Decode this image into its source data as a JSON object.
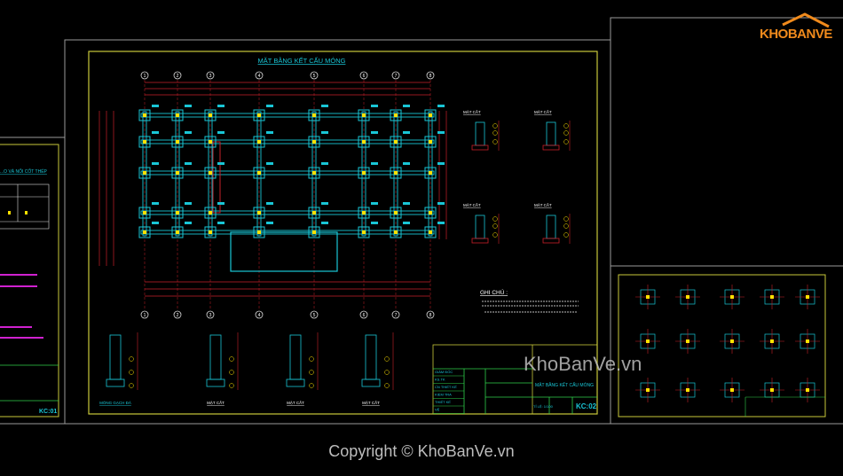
{
  "main_sheet": {
    "title": "MẶT BẰNG KẾT CẤU MÓNG",
    "grid_axes": [
      "1",
      "2",
      "3",
      "4",
      "5",
      "6",
      "7",
      "8"
    ],
    "notes_title": "GHI CHÚ :",
    "foundation_detail_title": "MÓNG GẠCH ĐÁ",
    "section_titles": [
      "MẶT CẮT",
      "MẶT CẮT",
      "MẶT CẮT",
      "MẶT CẮT",
      "MẶT CẮT",
      "MẶT CẮT",
      "MẶT CẮT"
    ],
    "title_block": {
      "roles": [
        "GIÁM ĐỐC",
        "KS.TK",
        "CN THIẾT KẾ",
        "KIỂM TRA",
        "THIẾT KẾ",
        "VẼ"
      ],
      "drawing_name": "MẶT BẰNG KẾT CẤU MÓNG",
      "scale": "TỈ LỆ: 1/100",
      "sheet_code": "KC:02"
    }
  },
  "left_sheet": {
    "title": "...O VÀ NỐI CỐT THÉP",
    "sheet_code": "KC:01"
  },
  "watermark": "KhoBanVe.vn",
  "copyright": "Copyright © KhoBanVe.vn",
  "logo": "KHOBANVE",
  "colors": {
    "background": "#000000",
    "beam": "#19c6d6",
    "dimension": "#c8202a",
    "frame": "#c9c93a",
    "titleblock": "#2fd04a",
    "logo": "#f08a1c"
  }
}
